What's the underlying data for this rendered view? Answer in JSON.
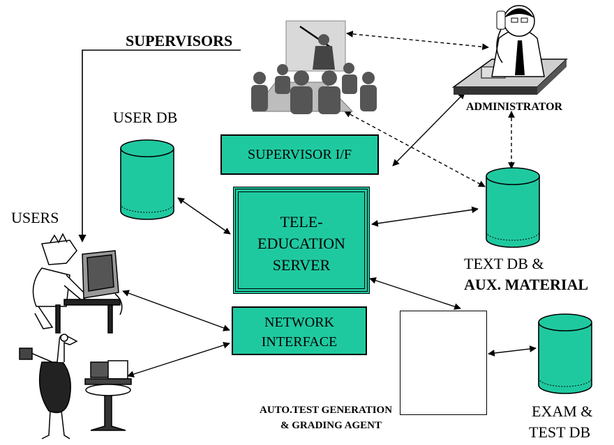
{
  "labels": {
    "supervisors": "SUPERVISORS",
    "administrator": "ADMINISTRATOR",
    "user_db": "USER DB",
    "users": "USERS",
    "supervisor_if": "SUPERVISOR I/F",
    "server_line1": "TELE-",
    "server_line2": "EDUCATION",
    "server_line3": "SERVER",
    "network_line1": "NETWORK",
    "network_line2": "INTERFACE",
    "text_db_line1": "TEXT DB &",
    "text_db_line2": "AUX. MATERIAL",
    "agent_line1": "AUTO.TEST GENERATION",
    "agent_line2": "& GRADING AGENT",
    "exam_db_line1": "EXAM &",
    "exam_db_line2": "TEST DB"
  },
  "colors": {
    "component_fill": "#1fc9a0",
    "line": "#000000"
  },
  "icons": [
    "supervisors-meeting-icon",
    "administrator-icon",
    "user-computer-icon",
    "user-terminal-icon",
    "grading-agent-icon",
    "database-icon"
  ]
}
